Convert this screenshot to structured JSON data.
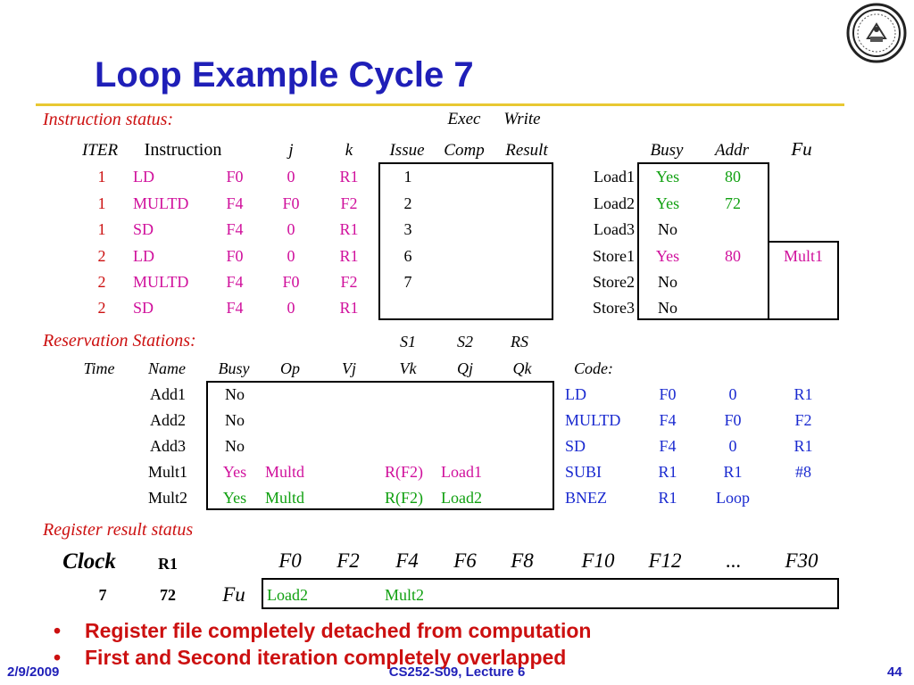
{
  "slide": {
    "title": "Loop Example Cycle 7",
    "footer": {
      "date": "2/9/2009",
      "course": "CS252-S09, Lecture 6",
      "page": "44"
    },
    "bullets": [
      "Register file completely detached from computation",
      "First and Second iteration completely overlapped"
    ]
  },
  "instruction_status": {
    "section_label": "Instruction status:",
    "super_headers": {
      "exec": "Exec",
      "write": "Write"
    },
    "headers": {
      "iter": "ITER",
      "instruction": "Instruction",
      "j": "j",
      "k": "k",
      "issue": "Issue",
      "comp": "Comp",
      "result": "Result"
    },
    "rows": [
      {
        "iter": "1",
        "op": "LD",
        "dst": "F0",
        "j": "0",
        "k": "R1",
        "issue": "1"
      },
      {
        "iter": "1",
        "op": "MULTD",
        "dst": "F4",
        "j": "F0",
        "k": "F2",
        "issue": "2"
      },
      {
        "iter": "1",
        "op": "SD",
        "dst": "F4",
        "j": "0",
        "k": "R1",
        "issue": "3"
      },
      {
        "iter": "2",
        "op": "LD",
        "dst": "F0",
        "j": "0",
        "k": "R1",
        "issue": "6"
      },
      {
        "iter": "2",
        "op": "MULTD",
        "dst": "F4",
        "j": "F0",
        "k": "F2",
        "issue": "7"
      },
      {
        "iter": "2",
        "op": "SD",
        "dst": "F4",
        "j": "0",
        "k": "R1",
        "issue": ""
      }
    ]
  },
  "buffers": {
    "headers": {
      "busy": "Busy",
      "addr": "Addr",
      "fu": "Fu"
    },
    "rows": [
      {
        "name": "Load1",
        "busy": "Yes",
        "addr": "80",
        "fu": ""
      },
      {
        "name": "Load2",
        "busy": "Yes",
        "addr": "72",
        "fu": ""
      },
      {
        "name": "Load3",
        "busy": "No",
        "addr": "",
        "fu": ""
      },
      {
        "name": "Store1",
        "busy": "Yes",
        "addr": "80",
        "fu": "Mult1"
      },
      {
        "name": "Store2",
        "busy": "No",
        "addr": "",
        "fu": ""
      },
      {
        "name": "Store3",
        "busy": "No",
        "addr": "",
        "fu": ""
      }
    ]
  },
  "reservation_stations": {
    "section_label": "Reservation Stations:",
    "super_headers": {
      "s1": "S1",
      "s2": "S2",
      "rs": "RS"
    },
    "headers": {
      "time": "Time",
      "name": "Name",
      "busy": "Busy",
      "op": "Op",
      "vj": "Vj",
      "vk": "Vk",
      "qj": "Qj",
      "qk": "Qk",
      "code": "Code:"
    },
    "rows": [
      {
        "name": "Add1",
        "busy": "No",
        "op": "",
        "vk": "",
        "qj": ""
      },
      {
        "name": "Add2",
        "busy": "No",
        "op": "",
        "vk": "",
        "qj": ""
      },
      {
        "name": "Add3",
        "busy": "No",
        "op": "",
        "vk": "",
        "qj": ""
      },
      {
        "name": "Mult1",
        "busy": "Yes",
        "op": "Multd",
        "vk": "R(F2)",
        "qj": "Load1"
      },
      {
        "name": "Mult2",
        "busy": "Yes",
        "op": "Multd",
        "vk": "R(F2)",
        "qj": "Load2"
      }
    ]
  },
  "code": [
    {
      "op": "LD",
      "a": "F0",
      "b": "0",
      "c": "R1"
    },
    {
      "op": "MULTD",
      "a": "F4",
      "b": "F0",
      "c": "F2"
    },
    {
      "op": "SD",
      "a": "F4",
      "b": "0",
      "c": "R1"
    },
    {
      "op": "SUBI",
      "a": "R1",
      "b": "R1",
      "c": "#8"
    },
    {
      "op": "BNEZ",
      "a": "R1",
      "b": "Loop",
      "c": ""
    }
  ],
  "register_result_status": {
    "section_label": "Register result status",
    "clock_label": "Clock",
    "r1_label": "R1",
    "clock_value": "7",
    "r1_value": "72",
    "fu_label": "Fu",
    "registers": [
      "F0",
      "F2",
      "F4",
      "F6",
      "F8",
      "F10",
      "F12",
      "...",
      "F30"
    ],
    "fu_values": [
      "Load2",
      "",
      "Mult2",
      "",
      "",
      "",
      "",
      "",
      ""
    ]
  },
  "colors": {
    "title": "#1f1fb8",
    "section": "#cc1010",
    "instr": "#d0109c",
    "store_busy": "#d0109c",
    "code": "#1a2ad0",
    "register_fu": "#10a010"
  }
}
